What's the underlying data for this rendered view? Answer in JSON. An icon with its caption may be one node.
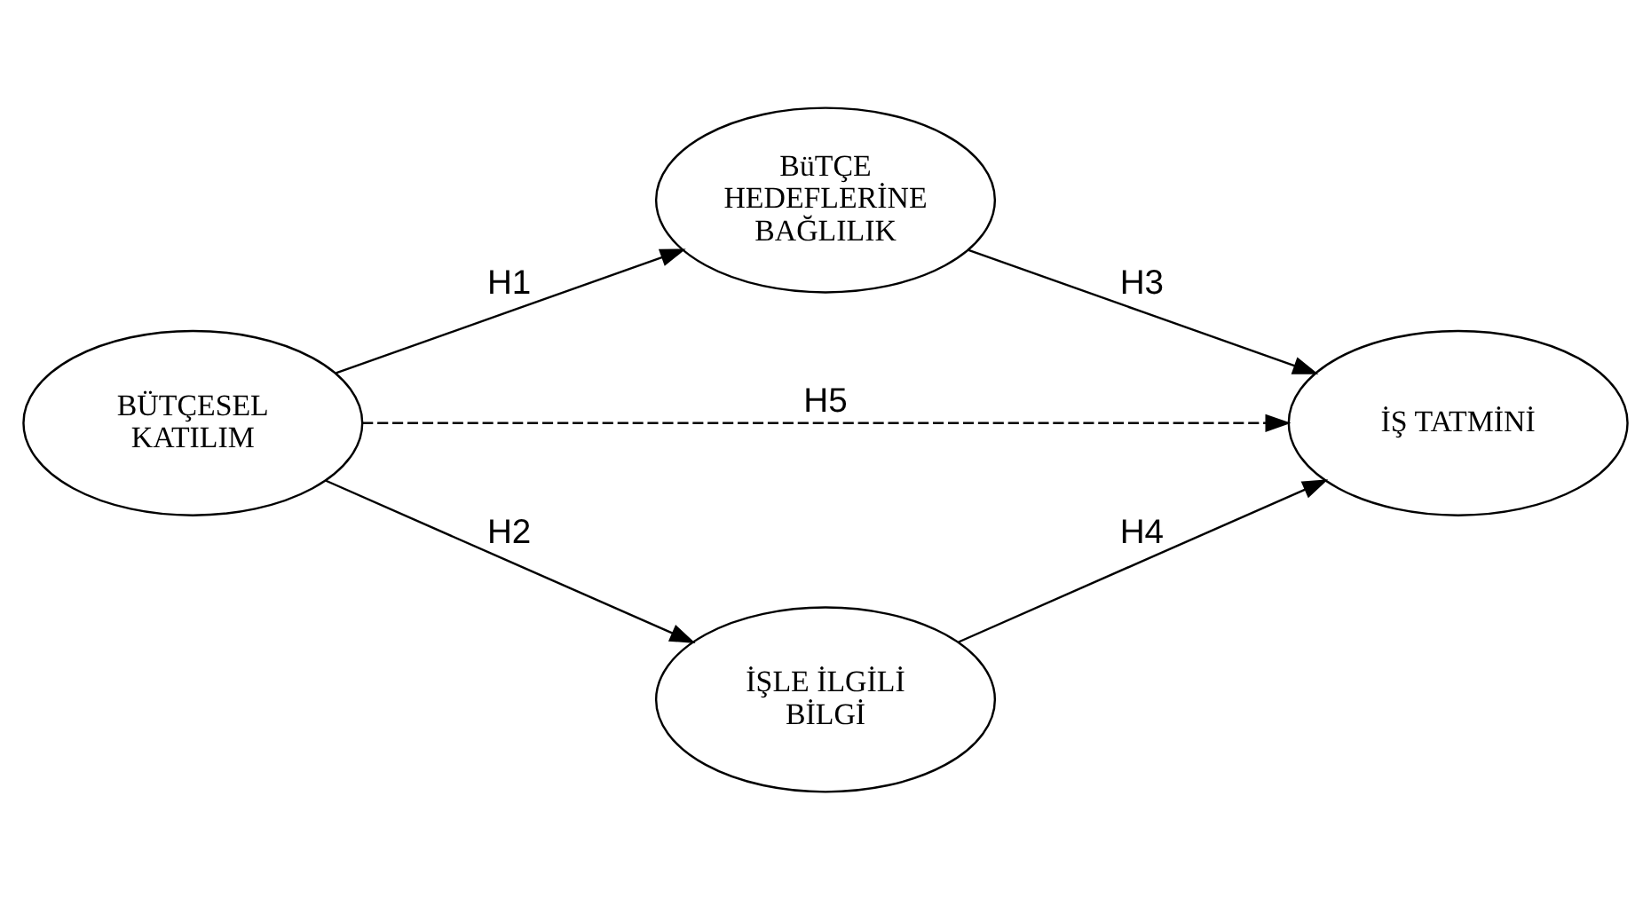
{
  "diagram": {
    "nodes": [
      {
        "text": [
          "BÜTÇESEL KATILIM"
        ]
      },
      {
        "text": [
          "BüTÇE HEDEFLERİNE BAĞLILIK"
        ]
      },
      {
        "text": [
          "İŞ TATMİNİ"
        ]
      },
      {
        "text": [
          "İŞLE İLGİLİ BİLGİ"
        ]
      }
    ],
    "edges": [
      {
        "from": 0,
        "to": 1,
        "arrow": "to",
        "label": "H1"
      },
      {
        "from": 1,
        "to": 2,
        "arrow": "to",
        "label": "H3"
      },
      {
        "from": 0,
        "to": 2,
        "arrow": "to",
        "label": "H5",
        "style": "dashed"
      },
      {
        "from": 0,
        "to": 3,
        "arrow": "to",
        "label": "H2"
      },
      {
        "from": 3,
        "to": 2,
        "arrow": "to",
        "label": "H4"
      }
    ]
  }
}
